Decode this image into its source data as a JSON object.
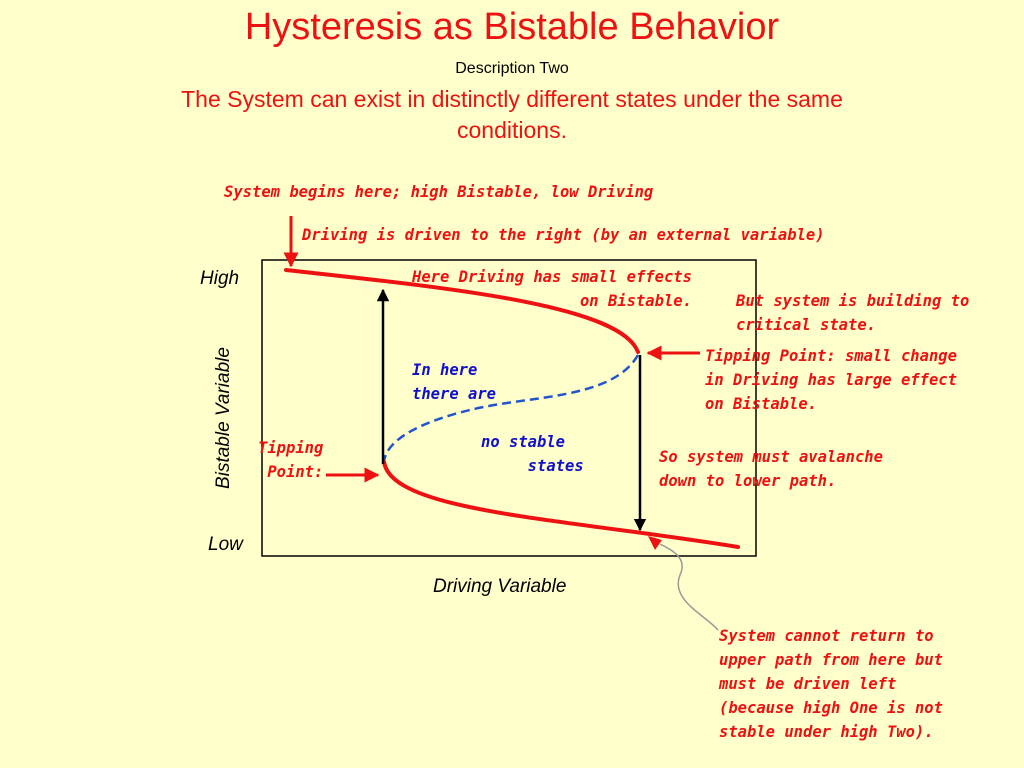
{
  "slide": {
    "title": "Hysteresis as Bistable Behavior",
    "subtitle": "Description Two",
    "lead": "The System can exist in distinctly different states under the same conditions."
  },
  "axes": {
    "y_high": "High",
    "y_low": "Low",
    "y_label": "Bistable Variable",
    "x_label": "Driving Variable"
  },
  "annotations": {
    "start": "System begins here; high Bistable, low Driving",
    "driven": "Driving is driven to the right (by an external variable)",
    "small_effects": "Here Driving has small effects\n                  on Bistable.",
    "building": "But system is building to\ncritical state.",
    "tipping_upper": "Tipping Point: small change\nin Driving has large effect\non Bistable.",
    "in_here": "In here\nthere are",
    "no_stable": "no stable\n     states",
    "tipping_lower": "Tipping\n Point:",
    "avalanche": "So system must avalanche\ndown to lower path.",
    "cannot_return": "System cannot return to\nupper path from here but\nmust be driven left\n(because high One is not\nstable under high Two)."
  },
  "colors": {
    "background": "#ffffcc",
    "stable_path": "#ee1111",
    "unstable_path": "#2255cc",
    "jump_arrow": "#000000",
    "text_red": "#ee1111",
    "text_blue": "#1111cc"
  },
  "icons": {
    "pointer_arrows": "arrow-right-icon",
    "transition_arrows": "arrow-vertical-icon"
  }
}
